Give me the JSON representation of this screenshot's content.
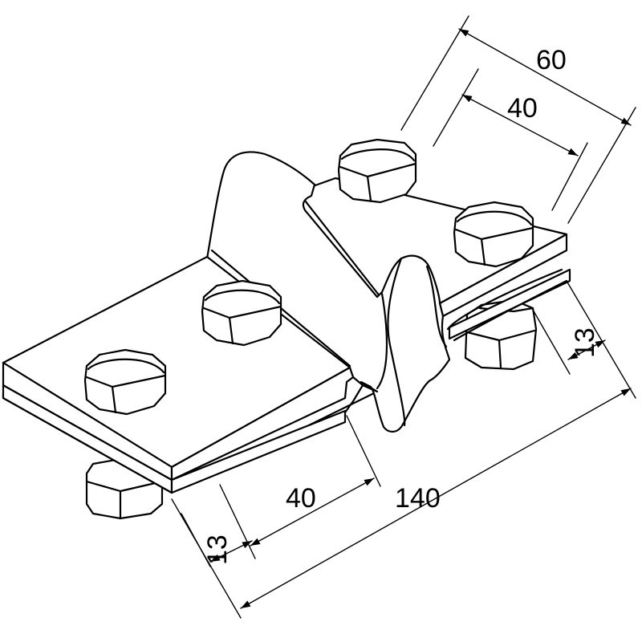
{
  "dimensions": {
    "width_total": "60",
    "width_bolt_spacing": "40",
    "edge_to_bolt_right": "13",
    "length_total": "140",
    "bolt_spacing_length": "40",
    "edge_to_bolt_bottom": "13"
  },
  "colors": {
    "line": "#000000",
    "background": "#ffffff"
  }
}
